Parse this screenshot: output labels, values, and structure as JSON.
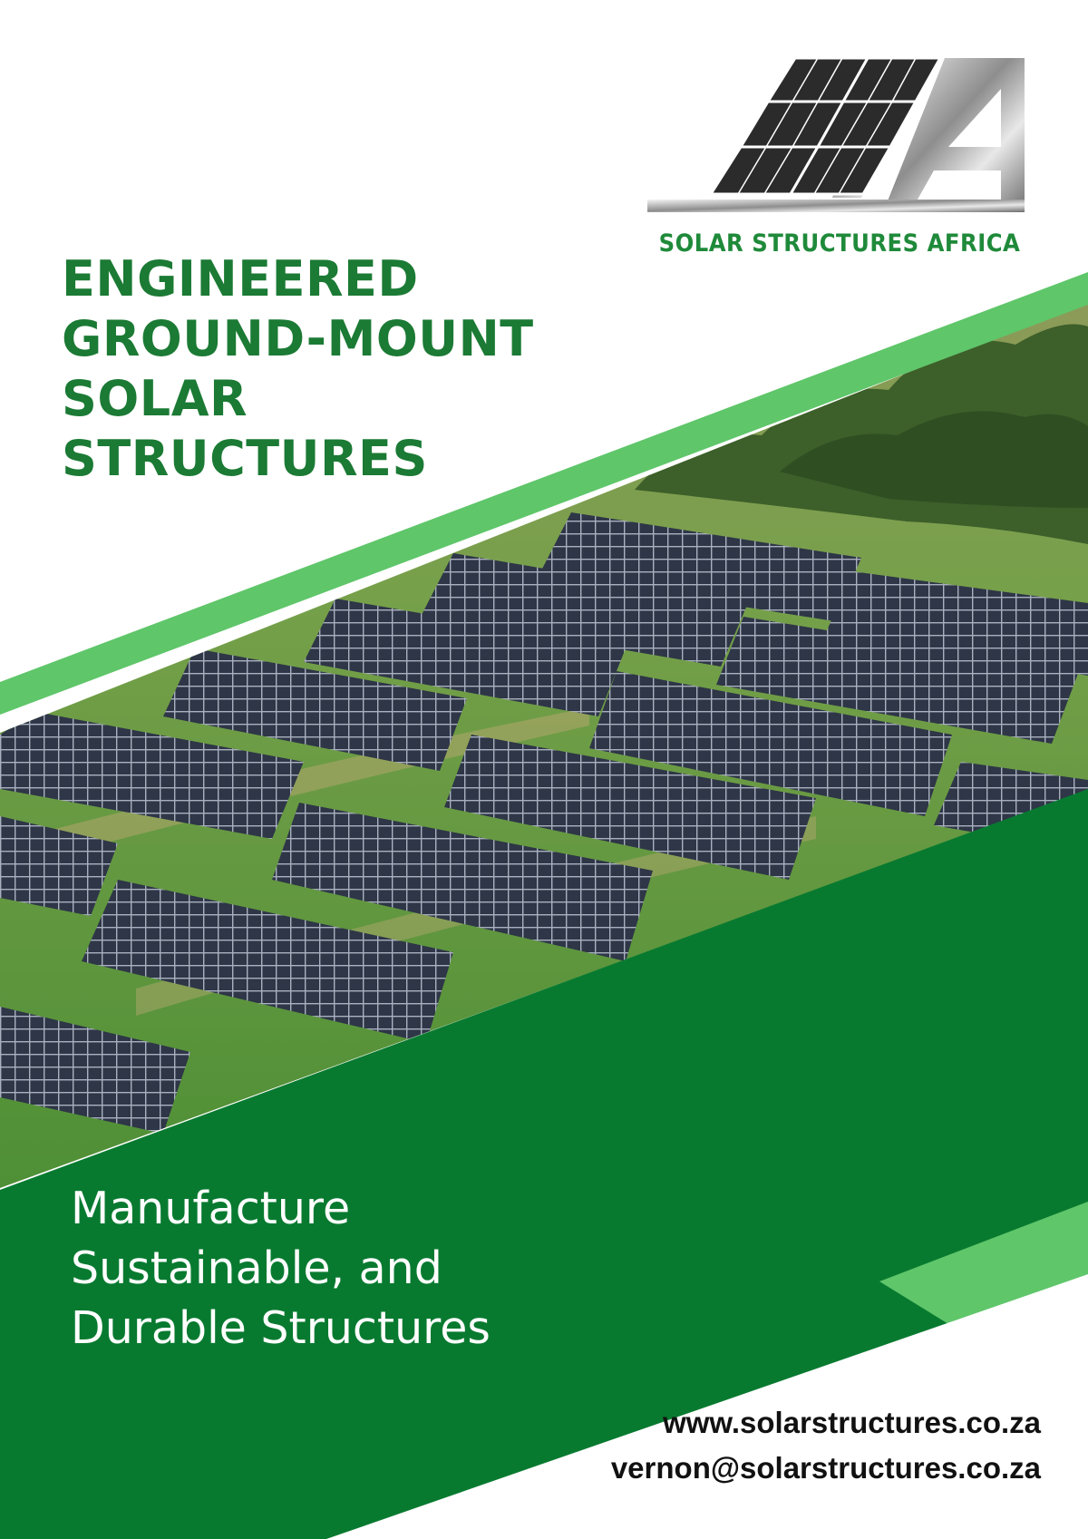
{
  "brand": {
    "logo_icon": "solar-panel-sa-logo",
    "name": "SOLAR STRUCTURES AFRICA"
  },
  "headline": {
    "lines": [
      "ENGINEERED",
      "GROUND-MOUNT",
      "SOLAR",
      "STRUCTURES"
    ]
  },
  "tagline": {
    "lines": [
      "Manufacture",
      "Sustainable, and",
      "Durable Structures"
    ]
  },
  "contact": {
    "website": "www.solarstructures.co.za",
    "email": "vernon@solarstructures.co.za"
  },
  "colors": {
    "dark_green": "#087a30",
    "light_green": "#5fc66a",
    "text_green": "#1b7a34"
  }
}
